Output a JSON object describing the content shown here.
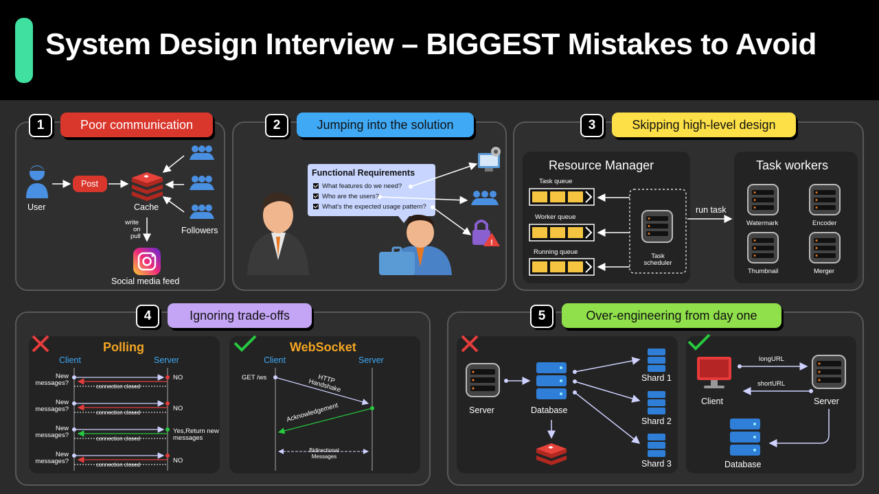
{
  "title": "System Design Interview – BIGGEST Mistakes to Avoid",
  "colors": {
    "accent": "#3fe0a0",
    "red": "#d9362c",
    "blue": "#3fa9f5",
    "yellow": "#fde047",
    "purple": "#c4a5f5",
    "green": "#8fe04a"
  },
  "s1": {
    "num": "1",
    "label": "Poor communication",
    "user": "User",
    "post": "Post",
    "cache": "Cache",
    "followers": "Followers",
    "write_on_pull": [
      "write",
      "on",
      "pull"
    ],
    "feed": "Social media feed"
  },
  "s2": {
    "num": "2",
    "label": "Jumping into the solution",
    "req_title": "Functional Requirements",
    "reqs": [
      "What features do we need?",
      "Who are the users?",
      "What's the expected usage pattern?"
    ]
  },
  "s3": {
    "num": "3",
    "label": "Skipping high-level design",
    "rm": "Resource Manager",
    "tw": "Task workers",
    "task_queue": "Task queue",
    "worker_queue": "Worker queue",
    "running_queue": "Running queue",
    "scheduler": "Task scheduler",
    "run_task": "run task",
    "workers": [
      "Watermark",
      "Encoder",
      "Thumbnail",
      "Merger"
    ]
  },
  "s4": {
    "num": "4",
    "label": "Ignoring trade-offs",
    "polling": "Polling",
    "websocket": "WebSocket",
    "client": "Client",
    "server": "Server",
    "new_messages": "New messages?",
    "no": "NO",
    "yes": "Yes,Return new messages",
    "closed": "connection closed",
    "get_ws": "GET /ws",
    "http_handshake": "HTTP Handshake",
    "ack": "Acknowledgement",
    "bidir": "Bidirectional Messages"
  },
  "s5": {
    "num": "5",
    "label": "Over-engineering from day one",
    "server": "Server",
    "database": "Database",
    "shards": [
      "Shard 1",
      "Shard 2",
      "Shard 3"
    ],
    "client": "Client",
    "long_url": "longURL",
    "short_url": "shortURL"
  }
}
